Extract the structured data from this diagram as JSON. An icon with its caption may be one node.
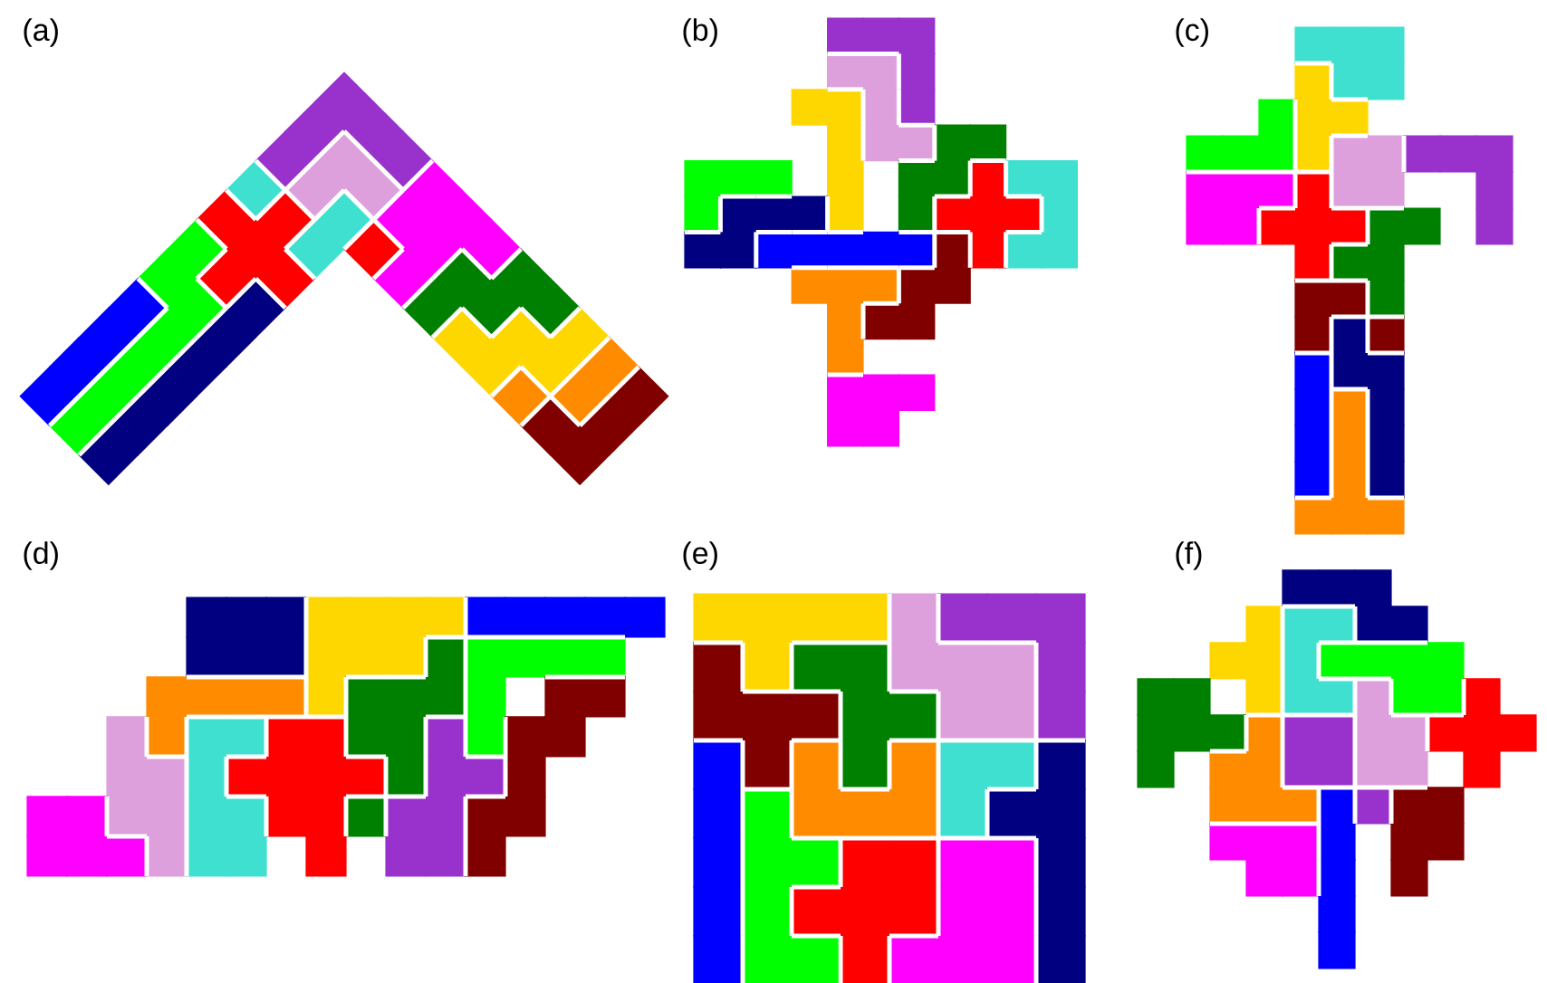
{
  "diagram": {
    "labels": [
      "(a)",
      "(b)",
      "(c)",
      "(d)",
      "(e)",
      "(f)"
    ]
  }
}
